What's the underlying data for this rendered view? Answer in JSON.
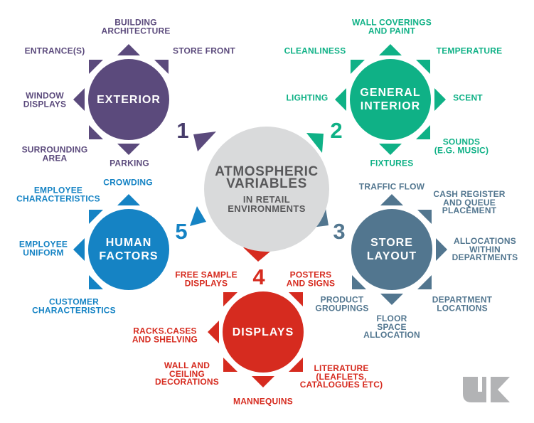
{
  "center": {
    "title": "ATMOSPHERIC\nVARIABLES",
    "subtitle": "IN RETAIL\nENVIRONMENTS"
  },
  "colors": {
    "purple": "#5b4a7c",
    "green": "#0fb186",
    "slate": "#52768f",
    "red": "#d62b1f",
    "blue": "#1583c4",
    "number1": "#473c6b",
    "graycircle": "#d9dadb",
    "graytext": "#58585a",
    "logogray": "#b2b3b5"
  },
  "groups": {
    "exterior": {
      "number": "1",
      "name": "EXTERIOR",
      "labels": {
        "building_architecture": "BUILDING\nARCHITECTURE",
        "entrances": "ENTRANCE(S)",
        "store_front": "STORE FRONT",
        "window_displays": "WINDOW\nDISPLAYS",
        "surrounding_area": "SURROUNDING\nAREA",
        "parking": "PARKING"
      }
    },
    "general_interior": {
      "number": "2",
      "name": "GENERAL\nINTERIOR",
      "labels": {
        "wall_coverings": "WALL COVERINGS\nAND PAINT",
        "cleanliness": "CLEANLINESS",
        "temperature": "TEMPERATURE",
        "lighting": "LIGHTING",
        "scent": "SCENT",
        "sounds": "SOUNDS\n(E.G. MUSIC)",
        "fixtures": "FIXTURES"
      }
    },
    "store_layout": {
      "number": "3",
      "name": "STORE\nLAYOUT",
      "labels": {
        "traffic_flow": "TRAFFIC FLOW",
        "cash_register": "CASH REGISTER\nAND QUEUE\nPLACEMENT",
        "allocations": "ALLOCATIONS\nWITHIN\nDEPARTMENTS",
        "department_locations": "DEPARTMENT\nLOCATIONS",
        "floor_space": "FLOOR\nSPACE\nALLOCATION",
        "product_groupings": "PRODUCT\nGROUPINGS"
      }
    },
    "displays": {
      "number": "4",
      "name": "DISPLAYS",
      "labels": {
        "free_sample": "FREE SAMPLE\nDISPLAYS",
        "posters": "POSTERS\nAND SIGNS",
        "racks": "RACKS.CASES\nAND SHELVING",
        "wall_ceiling": "WALL AND\nCEILING\nDECORATIONS",
        "literature": "LITERATURE\n(LEAFLETS,\nCATALOGUES ETC)",
        "mannequins": "MANNEQUINS"
      }
    },
    "human_factors": {
      "number": "5",
      "name": "HUMAN\nFACTORS",
      "labels": {
        "crowding": "CROWDING",
        "employee_characteristics": "EMPLOYEE\nCHARACTERISTICS",
        "employee_uniform": "EMPLOYEE\nUNIFORM",
        "customer_characteristics": "CUSTOMER\nCHARACTERISTICS"
      }
    }
  }
}
